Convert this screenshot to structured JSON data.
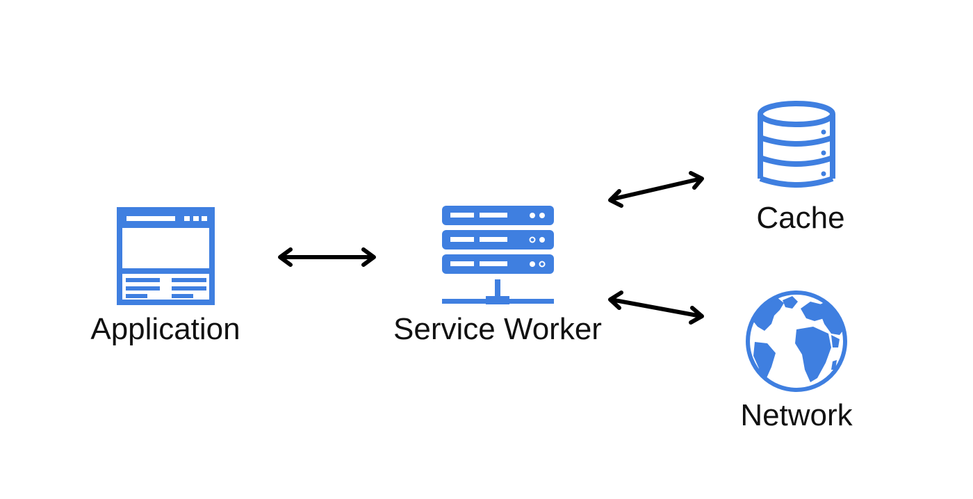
{
  "colors": {
    "accent": "#3f7fe0",
    "arrow": "#000000",
    "text": "#111111",
    "background": "#ffffff"
  },
  "nodes": {
    "application": {
      "label": "Application",
      "icon": "browser-window-icon"
    },
    "service_worker": {
      "label": "Service Worker",
      "icon": "server-rack-icon"
    },
    "cache": {
      "label": "Cache",
      "icon": "database-icon"
    },
    "network": {
      "label": "Network",
      "icon": "globe-icon"
    }
  },
  "edges": [
    {
      "from": "application",
      "to": "service_worker",
      "direction": "both"
    },
    {
      "from": "service_worker",
      "to": "cache",
      "direction": "both"
    },
    {
      "from": "service_worker",
      "to": "network",
      "direction": "both"
    }
  ]
}
